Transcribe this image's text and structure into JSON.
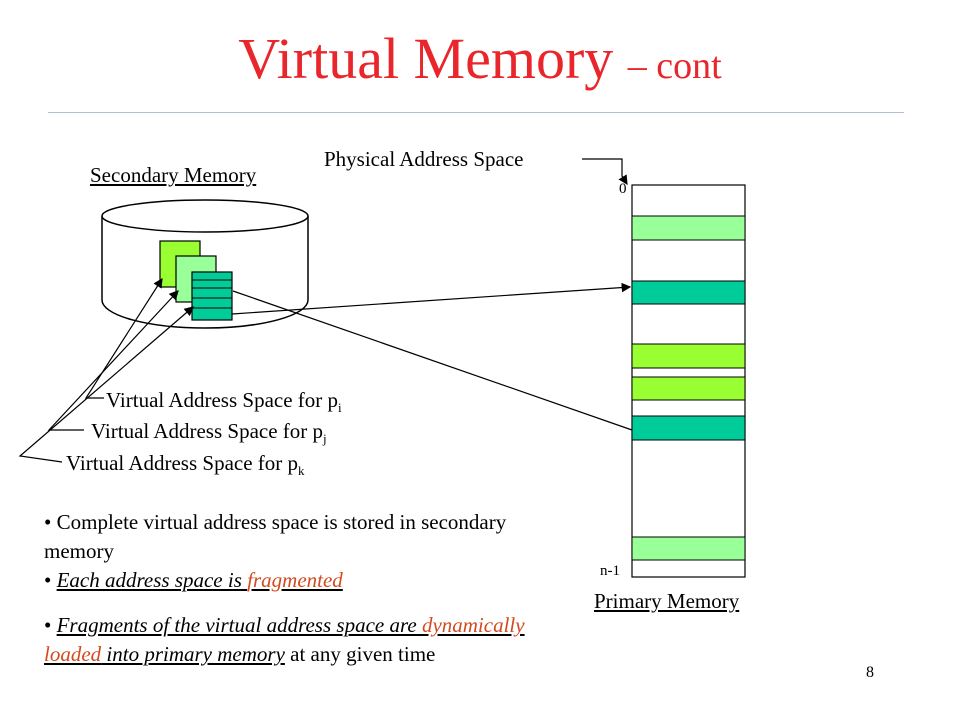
{
  "title": {
    "main": "Virtual Memory",
    "suffix": "– cont"
  },
  "diagram": {
    "secondary_memory_label": "Secondary Memory",
    "physical_address_space_label": "Physical Address Space",
    "primary_memory_label": "Primary Memory",
    "address_top": "0",
    "address_bottom": "n-1",
    "vas": [
      {
        "text": "Virtual Address Space for p",
        "sub": "i"
      },
      {
        "text": "Virtual Address Space for p",
        "sub": "j"
      },
      {
        "text": "Virtual Address Space for p",
        "sub": "k"
      }
    ],
    "colors": {
      "light_green": "#99ff99",
      "lime_green": "#99ff33",
      "teal_green": "#00cc99"
    }
  },
  "bullets": {
    "b1": "• Complete virtual address space is stored in secondary memory",
    "b2_pre": "• ",
    "b2_main": "Each address space is ",
    "b2_red": "fragmented",
    "b3_pre": "• ",
    "b3_main": "Fragments of the virtual address space are ",
    "b3_red": "dynamically loaded",
    "b3_main2": " into primary memory",
    "b3_tail": " at any given time"
  },
  "slide_number": "8"
}
